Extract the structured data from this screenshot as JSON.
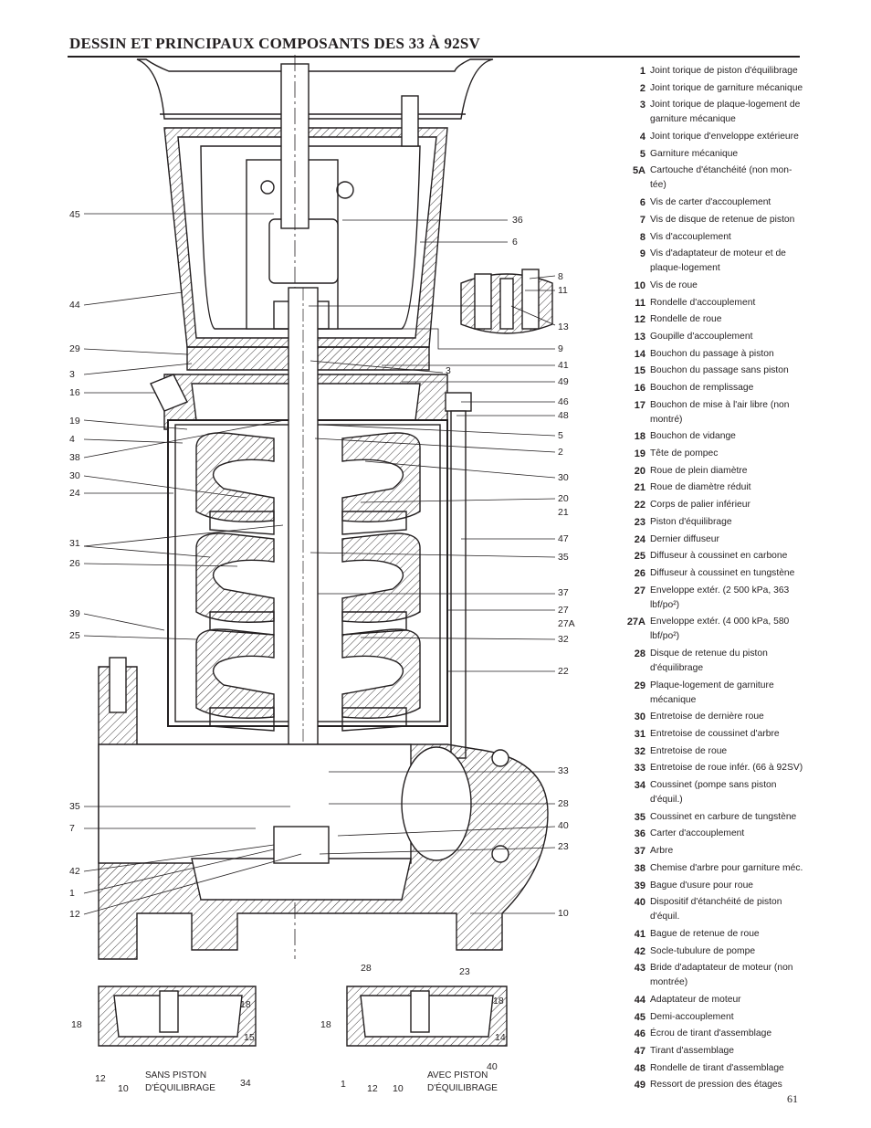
{
  "title": "Dessin et principaux composants des 33 à 92SV",
  "page_number": "61",
  "legend": [
    {
      "num": "1",
      "text": "Joint torique de piston d'équilibrage"
    },
    {
      "num": "2",
      "text": "Joint torique de garniture mécanique"
    },
    {
      "num": "3",
      "text": "Joint torique de plaque-logement de garniture mécanique"
    },
    {
      "num": "4",
      "text": "Joint torique d'enveloppe extérieure"
    },
    {
      "num": "5",
      "text": "Garniture mécanique"
    },
    {
      "num": "5A",
      "text": "Cartouche d'étanchéité (non mon-tée)"
    },
    {
      "num": "6",
      "text": "Vis de carter d'accouplement"
    },
    {
      "num": "7",
      "text": "Vis de disque de retenue de piston"
    },
    {
      "num": "8",
      "text": "Vis d'accouplement"
    },
    {
      "num": "9",
      "text": "Vis d'adaptateur de moteur et de plaque-logement"
    },
    {
      "num": "10",
      "text": "Vis de roue"
    },
    {
      "num": "11",
      "text": "Rondelle d'accouplement"
    },
    {
      "num": "12",
      "text": "Rondelle de roue"
    },
    {
      "num": "13",
      "text": "Goupille d'accouplement"
    },
    {
      "num": "14",
      "text": "Bouchon du passage à piston"
    },
    {
      "num": "15",
      "text": "Bouchon du passage sans piston"
    },
    {
      "num": "16",
      "text": "Bouchon de remplissage"
    },
    {
      "num": "17",
      "text": "Bouchon de mise à l'air libre (non montré)"
    },
    {
      "num": "18",
      "text": "Bouchon de vidange"
    },
    {
      "num": "19",
      "text": "Tête de pompec"
    },
    {
      "num": "20",
      "text": "Roue de plein diamètre"
    },
    {
      "num": "21",
      "text": "Roue de diamètre réduit"
    },
    {
      "num": "22",
      "text": "Corps de palier inférieur"
    },
    {
      "num": "23",
      "text": "Piston d'équilibrage"
    },
    {
      "num": "24",
      "text": "Dernier diffuseur"
    },
    {
      "num": "25",
      "text": "Diffuseur à coussinet en carbone"
    },
    {
      "num": "26",
      "text": "Diffuseur à coussinet en tungstène"
    },
    {
      "num": "27",
      "text": "Enveloppe extér. (2 500 kPa, 363 lbf/po²)"
    },
    {
      "num": "27A",
      "text": "Enveloppe extér. (4 000 kPa, 580 lbf/po²)"
    },
    {
      "num": "28",
      "text": "Disque de retenue du piston d'équilibrage"
    },
    {
      "num": "29",
      "text": "Plaque-logement de garniture mécanique"
    },
    {
      "num": "30",
      "text": "Entretoise de dernière roue"
    },
    {
      "num": "31",
      "text": "Entretoise de coussinet d'arbre"
    },
    {
      "num": "32",
      "text": "Entretoise de roue"
    },
    {
      "num": "33",
      "text": "Entretoise de roue infér. (66 à 92SV)"
    },
    {
      "num": "34",
      "text": "Coussinet (pompe sans piston d'équil.)"
    },
    {
      "num": "35",
      "text": "Coussinet en carbure de tungstène"
    },
    {
      "num": "36",
      "text": "Carter d'accouplement"
    },
    {
      "num": "37",
      "text": "Arbre"
    },
    {
      "num": "38",
      "text": "Chemise d'arbre pour garniture méc."
    },
    {
      "num": "39",
      "text": "Bague d'usure pour roue"
    },
    {
      "num": "40",
      "text": "Dispositif d'étanchéité de piston d'équil."
    },
    {
      "num": "41",
      "text": "Bague de retenue de roue"
    },
    {
      "num": "42",
      "text": "Socle-tubulure de pompe"
    },
    {
      "num": "43",
      "text": "Bride d'adaptateur de moteur (non montrée)"
    },
    {
      "num": "44",
      "text": "Adaptateur de moteur"
    },
    {
      "num": "45",
      "text": "Demi-accouplement"
    },
    {
      "num": "46",
      "text": "Écrou de tirant d'assemblage"
    },
    {
      "num": "47",
      "text": "Tirant d'assemblage"
    },
    {
      "num": "48",
      "text": "Rondelle de tirant d'assemblage"
    },
    {
      "num": "49",
      "text": "Ressort de pression des étages"
    }
  ],
  "callouts": {
    "left": [
      "45",
      "44",
      "29",
      "3",
      "16",
      "19",
      "4",
      "38",
      "30",
      "24",
      "31",
      "26",
      "39",
      "25",
      "35",
      "7",
      "42",
      "1",
      "12"
    ],
    "right": [
      "36",
      "6",
      "8",
      "11",
      "13",
      "9",
      "41",
      "49",
      "46",
      "48",
      "5",
      "2",
      "30",
      "20",
      "21",
      "47",
      "35",
      "37",
      "27",
      "27A",
      "32",
      "22",
      "33",
      "28",
      "40",
      "23",
      "10"
    ],
    "mid": "3"
  },
  "detail_left": {
    "labels": [
      "18",
      "18",
      "15",
      "12",
      "10",
      "34"
    ],
    "caption_line1": "Sans piston",
    "caption_line2": "d'équilibrage"
  },
  "detail_right": {
    "labels": [
      "28",
      "23",
      "18",
      "18",
      "14",
      "1",
      "12",
      "10",
      "40"
    ],
    "caption_line1": "Avec piston",
    "caption_line2": "d'équilibrage"
  }
}
